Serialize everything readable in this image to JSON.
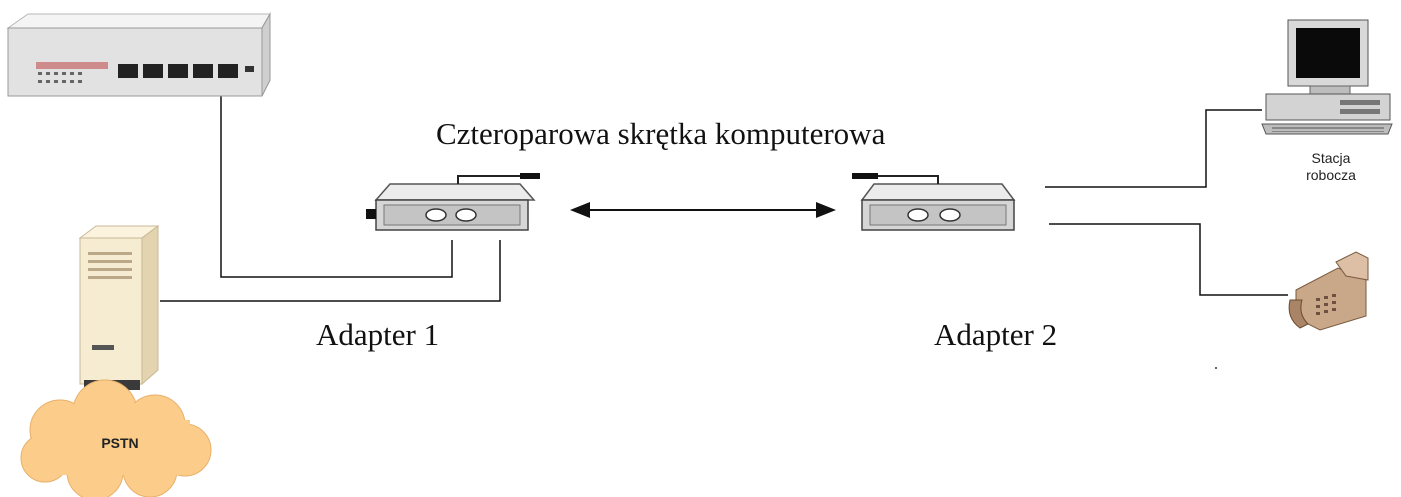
{
  "labels": {
    "cable": "Czteroparowa skrętka komputerowa",
    "adapter1": "Adapter 1",
    "adapter2": "Adapter 2",
    "workstation_line1": "Stacja",
    "workstation_line2": "robocza",
    "pstn": "PSTN"
  },
  "icons": {
    "switch": "network-switch-icon",
    "server": "server-tower-icon",
    "cloud": "pstn-cloud-icon",
    "adapter": "adapter-icon",
    "computer": "computer-icon",
    "phone": "fax-phone-icon"
  },
  "colors": {
    "line": "#111111",
    "cloud": "#FCCD8A",
    "switch_body": "#E4E4E4",
    "server_body": "#F2E6C8",
    "adapter_body": "#D8D8D8",
    "phone_body": "#C9A88A"
  }
}
